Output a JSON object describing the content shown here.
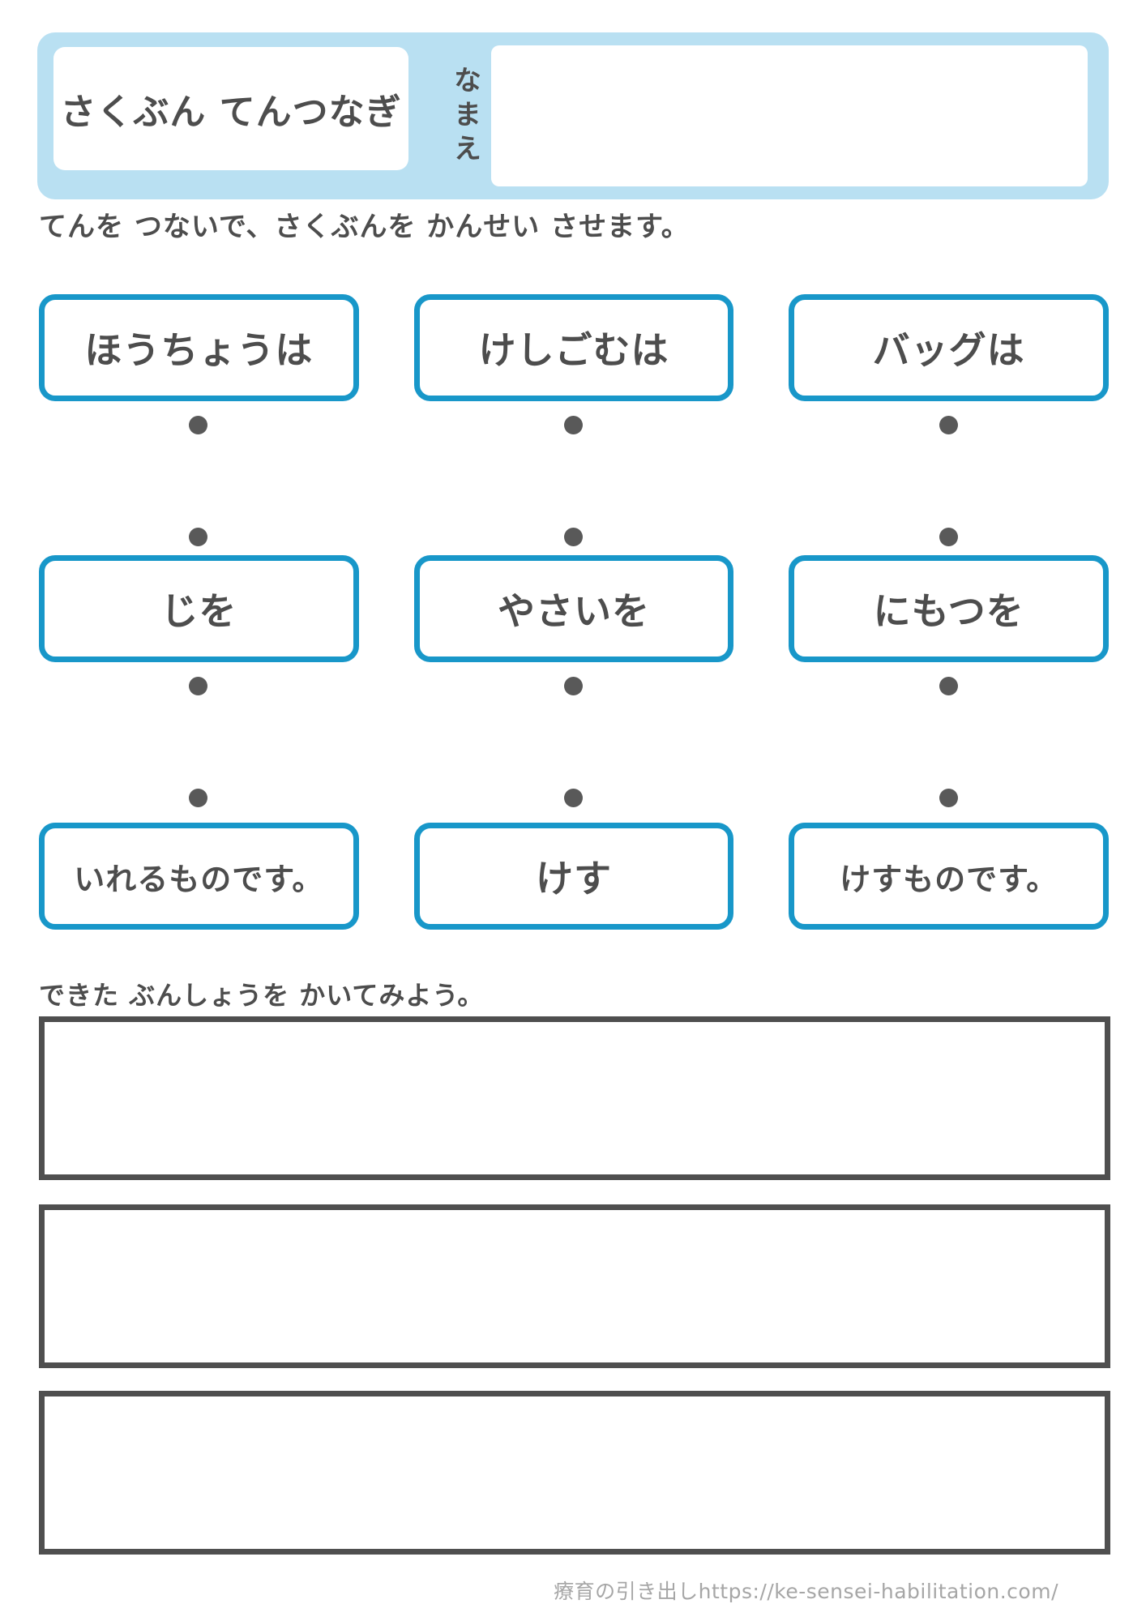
{
  "header": {
    "title": "さくぶん てんつなぎ",
    "name_label": "なまえ",
    "name_value": ""
  },
  "instruction": "てんを つないで、さくぶんを かんせい させます。",
  "grid": {
    "rows": [
      {
        "cells": [
          "ほうちょうは",
          "けしごむは",
          "バッグは"
        ]
      },
      {
        "cells": [
          "じを",
          "やさいを",
          "にもつを"
        ]
      },
      {
        "cells": [
          "いれるものです。",
          "けす",
          "けすものです。"
        ]
      }
    ]
  },
  "write_section": {
    "label": "できた ぶんしょうを かいてみよう。",
    "answers": [
      "",
      "",
      ""
    ]
  },
  "footer": {
    "credit": "療育の引き出しhttps://ke-sensei-habilitation.com/"
  },
  "colors": {
    "header_bg": "#b9e0f2",
    "accent": "#1897c9",
    "text": "#4d4d4d",
    "dot": "#595959",
    "frame": "#4f4f4f",
    "footer_text": "#a6a6a6"
  }
}
